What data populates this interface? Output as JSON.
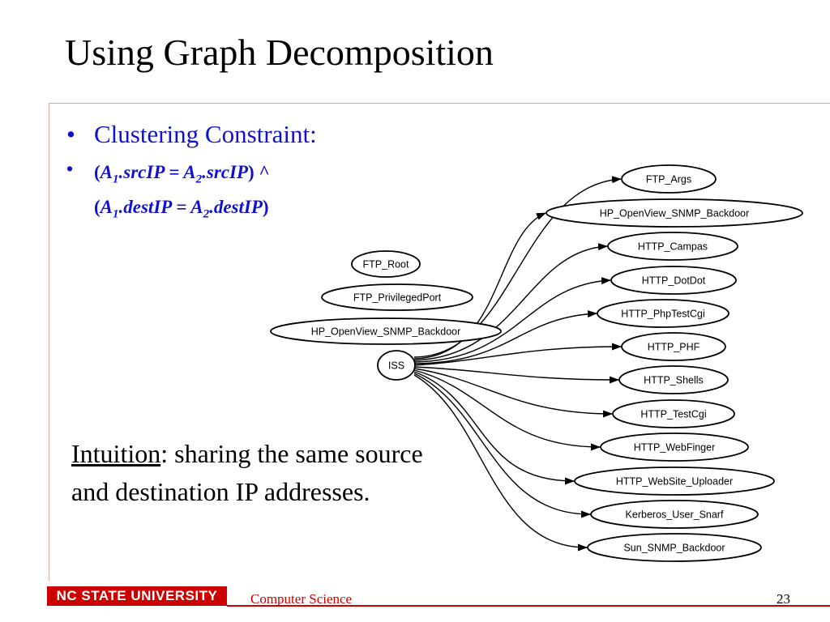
{
  "slide": {
    "title": "Using Graph Decomposition",
    "bullet1": "Clustering Constraint:",
    "constraint": {
      "l1_a": "(",
      "l1_b": "A",
      "l1_sub1": "1",
      "l1_c": ".srcIP = A",
      "l1_sub2": "2",
      "l1_d": ".srcIP",
      "l1_e": ") ^",
      "l2_a": "(",
      "l2_b": "A",
      "l2_sub1": "1",
      "l2_c": ".destIP = A",
      "l2_sub2": "2",
      "l2_d": ".destIP",
      "l2_e": ")"
    },
    "intuition_label": "Intuition",
    "intuition_text": ": sharing the same source and destination IP addresses.",
    "footer_logo": "NC STATE UNIVERSITY",
    "footer_dept": "Computer Science",
    "page_number": "23"
  },
  "graph": {
    "center": "ISS",
    "left_nodes": [
      "FTP_Root",
      "FTP_PrivilegedPort",
      "HP_OpenView_SNMP_Backdoor"
    ],
    "right_nodes": [
      "FTP_Args",
      "HP_OpenView_SNMP_Backdoor",
      "HTTP_Campas",
      "HTTP_DotDot",
      "HTTP_PhpTestCgi",
      "HTTP_PHF",
      "HTTP_Shells",
      "HTTP_TestCgi",
      "HTTP_WebFinger",
      "HTTP_WebSite_Uploader",
      "Kerberos_User_Snarf",
      "Sun_SNMP_Backdoor"
    ]
  },
  "colors": {
    "title": "#000000",
    "bullet": "#1111cc",
    "brand": "#cc0000",
    "rule": "#d9a99a"
  }
}
